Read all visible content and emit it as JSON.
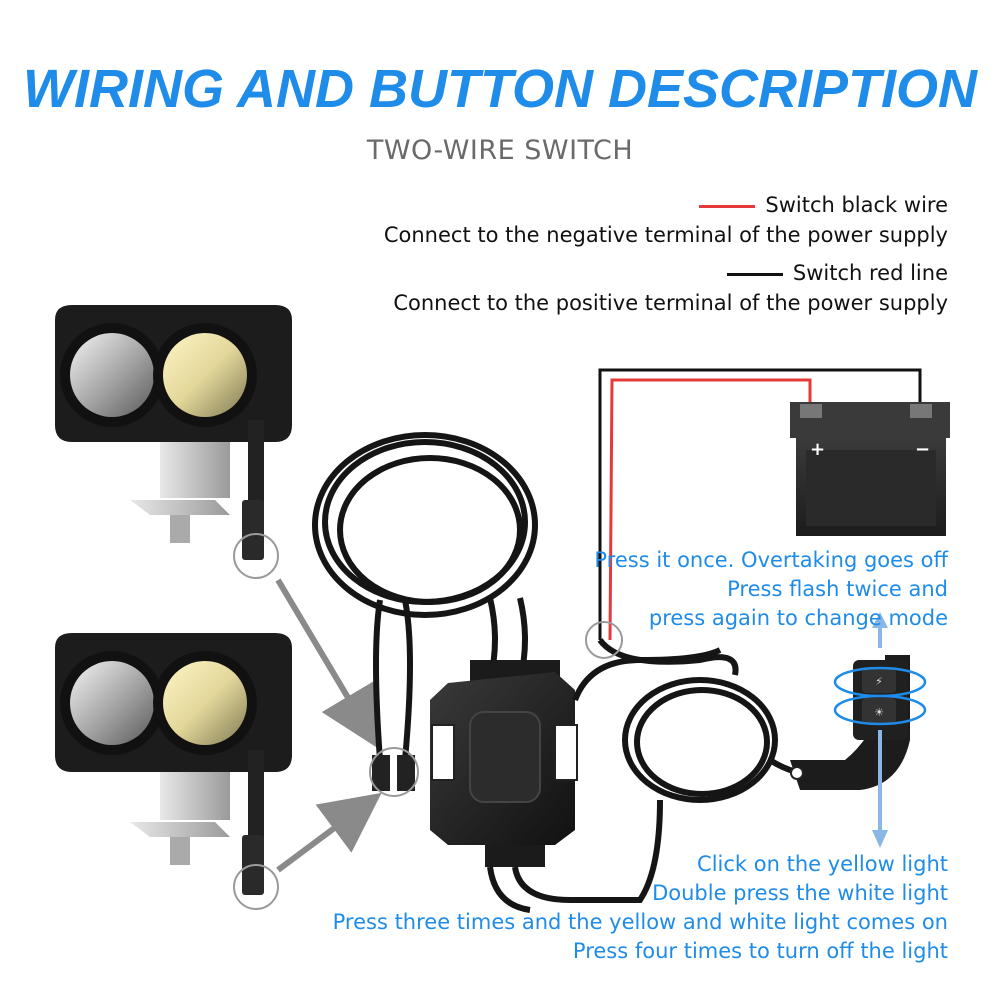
{
  "title": "WIRING AND BUTTON DESCRIPTION",
  "subtitle": "TWO-WIRE SWITCH",
  "legend": [
    {
      "color": "#e53a3a",
      "label": "Switch black wire",
      "detail": "Connect to the negative terminal of the power supply"
    },
    {
      "color": "#111111",
      "label": "Switch red line",
      "detail": "Connect to the positive terminal of the power supply"
    }
  ],
  "battery": {
    "plus": "+",
    "minus": "−"
  },
  "button_top_notes": [
    "Press it once. Overtaking goes off",
    "Press flash twice and",
    "press again to change mode"
  ],
  "button_bottom_notes": [
    "Click on the yellow light",
    "Double press the white light",
    "Press three times and the yellow and white light comes on",
    "Press four times to turn off the light"
  ],
  "colors": {
    "accent": "#1e8ce8",
    "red_wire": "#e53a3a",
    "black_wire": "#111111"
  }
}
